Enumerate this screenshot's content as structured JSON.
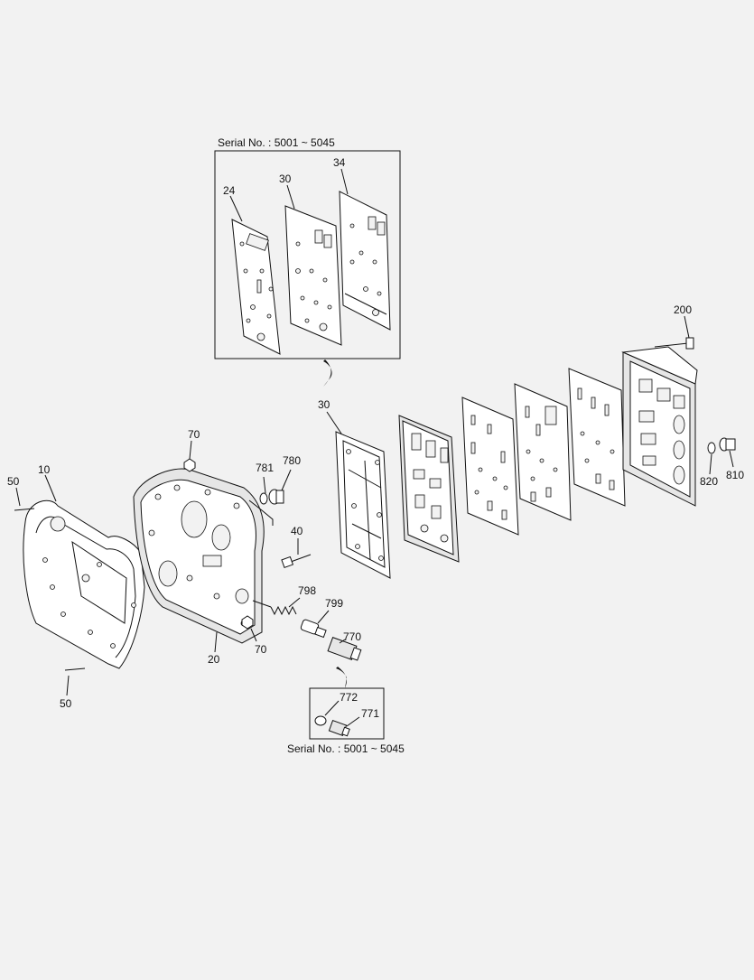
{
  "diagram": {
    "serial_top": "Serial No. : 5001 ~ 5045",
    "serial_bottom": "Serial No. : 5001 ~ 5045",
    "callouts": {
      "c24": "24",
      "c30_inset": "30",
      "c34": "34",
      "c30": "30",
      "c200": "200",
      "c70_top": "70",
      "c781": "781",
      "c780": "780",
      "c50_top": "50",
      "c10": "10",
      "c40": "40",
      "c798": "798",
      "c799": "799",
      "c770": "770",
      "c20": "20",
      "c70_bottom": "70",
      "c50_bottom": "50",
      "c772": "772",
      "c771": "771",
      "c820": "820",
      "c810": "810"
    }
  }
}
